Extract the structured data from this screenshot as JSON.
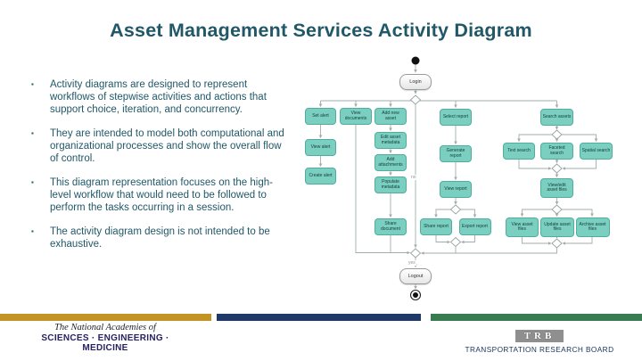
{
  "slide": {
    "title": "Asset Management Services Activity Diagram",
    "bullets": [
      "Activity diagrams are designed to represent workflows of stepwise activities and actions that support choice, iteration, and concurrency.",
      "They are intended to model both computational and organizational processes and show the overall flow of control.",
      "This diagram representation focuses on the high-level workflow that would need to be followed to perform the tasks occurring in a session.",
      "The activity diagram design is not intended to be exhaustive."
    ],
    "bullet_marker": "▪"
  },
  "diagram": {
    "login": "Login",
    "logout": "Logout",
    "edge_no": "no",
    "edge_yes": "yes",
    "icons": [
      "start-node-icon",
      "end-node-icon",
      "decision-diamond-icon"
    ],
    "nodes": [
      {
        "label": "Set alert"
      },
      {
        "label": "View alert"
      },
      {
        "label": "Create alert"
      },
      {
        "label": "View documents"
      },
      {
        "label": "Add new asset"
      },
      {
        "label": "Edit asset metadata"
      },
      {
        "label": "Add attachments"
      },
      {
        "label": "Populate metadata"
      },
      {
        "label": "Share document"
      },
      {
        "label": "Select report"
      },
      {
        "label": "Generate report"
      },
      {
        "label": "View report"
      },
      {
        "label": "Share report"
      },
      {
        "label": "Export report"
      },
      {
        "label": "Search assets"
      },
      {
        "label": "Text search"
      },
      {
        "label": "Faceted search"
      },
      {
        "label": "Spatial search"
      },
      {
        "label": "View/edit asset files"
      },
      {
        "label": "View asset files"
      },
      {
        "label": "Update asset files"
      },
      {
        "label": "Archive asset files"
      }
    ]
  },
  "footer": {
    "academies_line1": "The National Academies of",
    "academies_line2": "SCIENCES · ENGINEERING · MEDICINE",
    "trb_logo": "TRB",
    "trb_caption": "TRANSPORTATION RESEARCH BOARD"
  },
  "colors": {
    "title_text": "#215868",
    "node_fill": "#7bcfc0",
    "node_border": "#4fae9e",
    "flow_line": "#a2acac",
    "bar_gold": "#c39423",
    "bar_navy": "#1f3a68",
    "bar_green": "#3a7c52",
    "trb_caption_text": "#16365c"
  }
}
